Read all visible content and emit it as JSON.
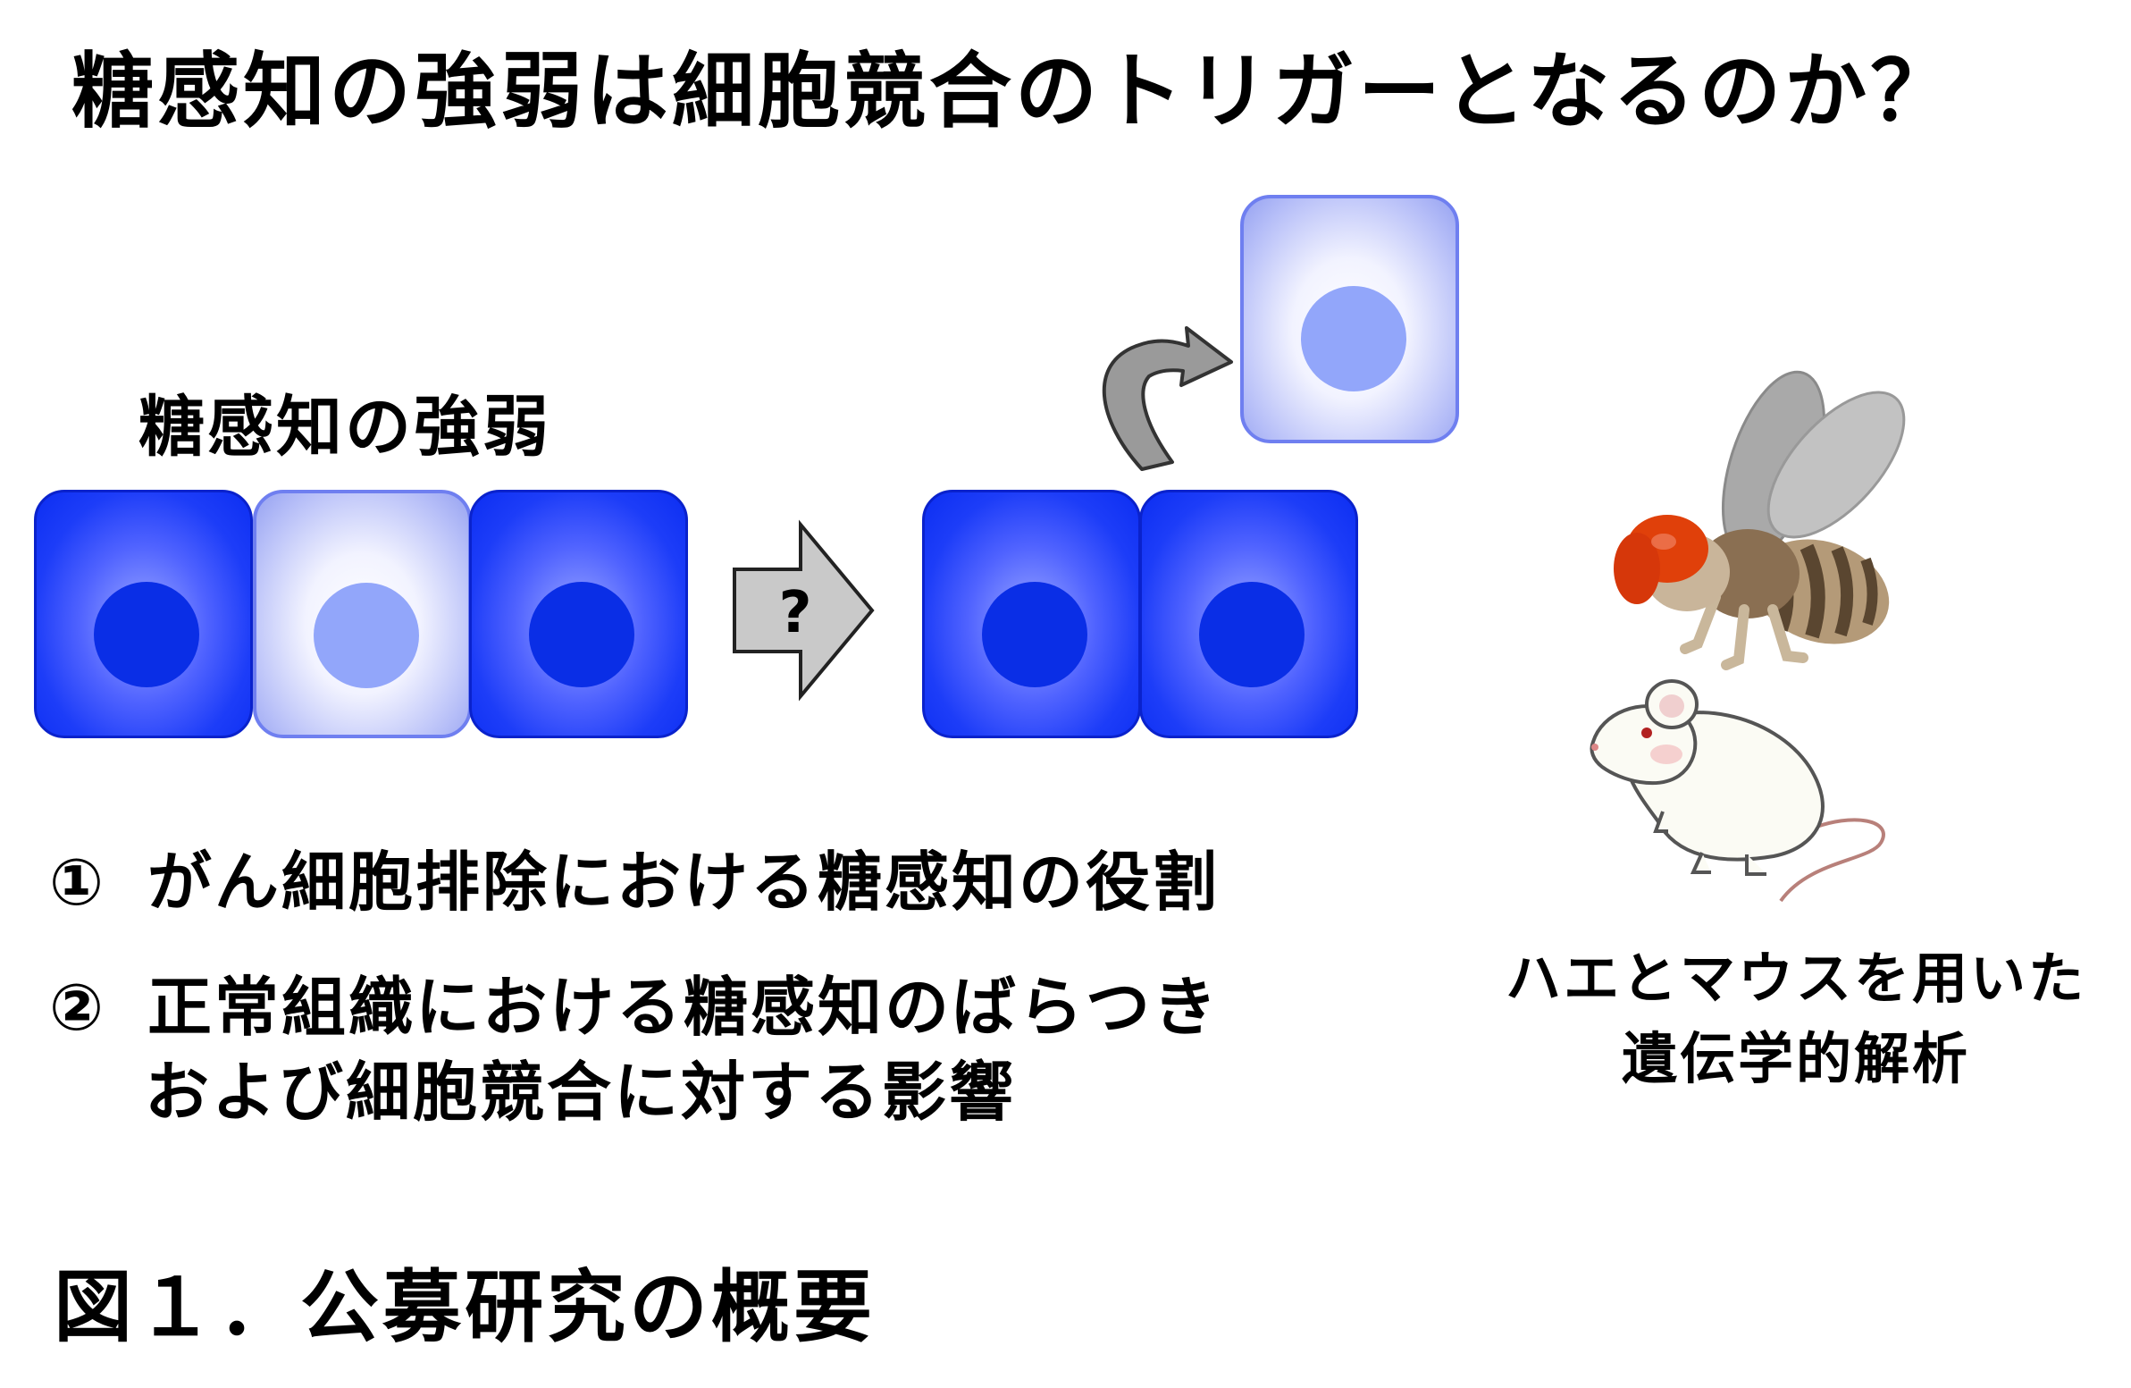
{
  "title": "糖感知の強弱は細胞競合のトリガーとなるのか？",
  "diagram": {
    "cell_label": "糖感知の強弱",
    "arrow_label": "?"
  },
  "items": [
    {
      "marker": "①",
      "text": "がん細胞排除における糖感知の役割"
    },
    {
      "marker": "②",
      "text": "正常組織における糖感知のばらつき",
      "continuation": "および細胞競合に対する影響"
    }
  ],
  "species_note": {
    "line1": "ハエとマウスを用いた",
    "line2": "遺伝学的解析"
  },
  "illustrations": [
    "fly-illustration",
    "mouse-illustration"
  ],
  "caption": "図１．公募研究の概要",
  "colors": {
    "strong_cell": "#1d3df8",
    "weak_cell": "#b7bff8",
    "strong_nucleus": "#0a2ee6",
    "weak_nucleus": "#92a6fa",
    "arrow_fill": "#c9c9c9"
  }
}
